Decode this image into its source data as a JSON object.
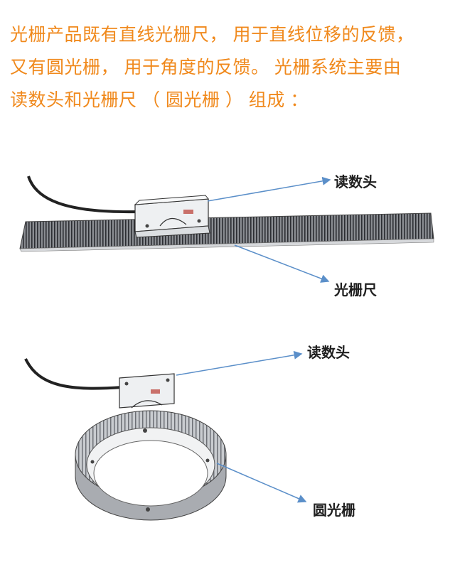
{
  "intro": {
    "lines": [
      "光栅产品既有直线光栅尺， 用于直线位移的反馈，",
      "又有圆光栅， 用于角度的反馈。 光栅系统主要由",
      "读数头和光栅尺 （ 圆光栅 ） 组成 ："
    ]
  },
  "linear_figure": {
    "read_head_label": "读数头",
    "scale_label": "光栅尺"
  },
  "rotary_figure": {
    "read_head_label": "读数头",
    "scale_label": "圆光栅"
  },
  "colors": {
    "text_accent": "#f0891c",
    "arrow": "#5b8fc9",
    "label": "#1f1f1f"
  }
}
